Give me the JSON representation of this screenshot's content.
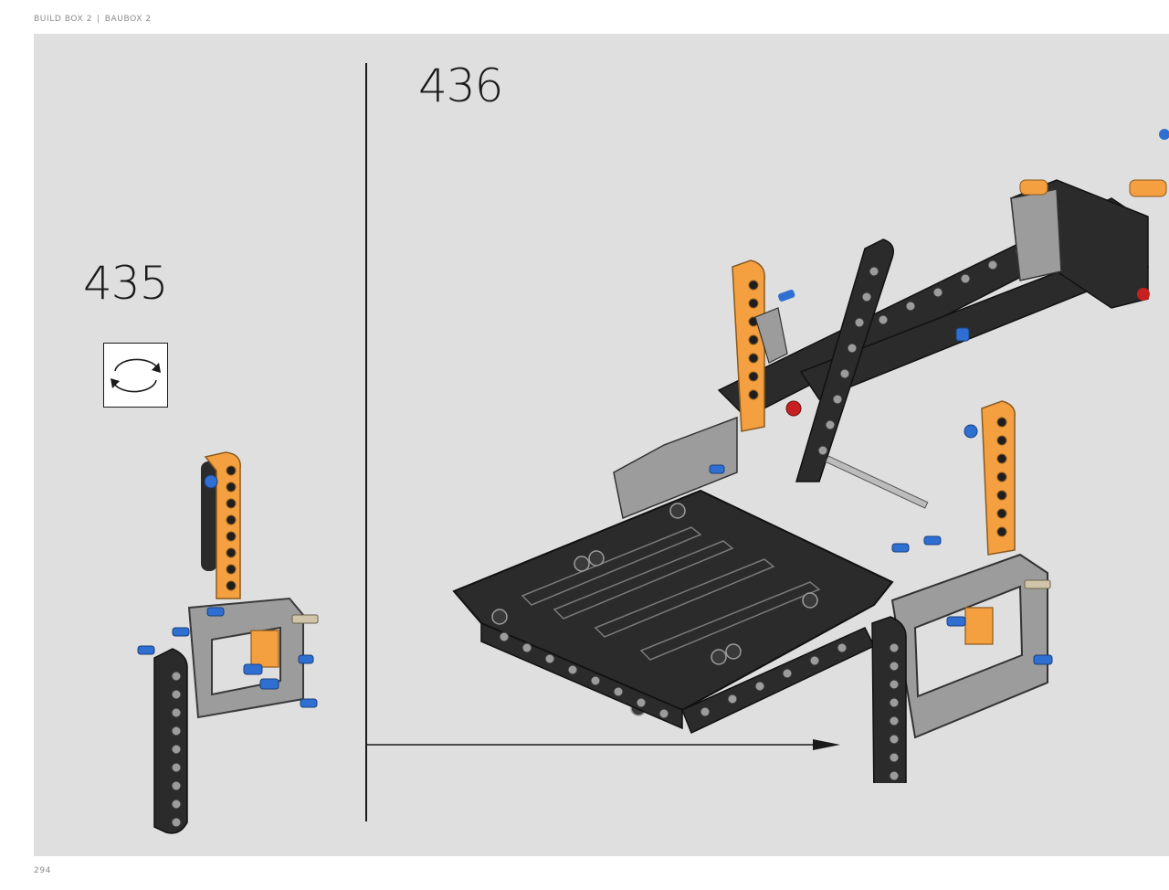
{
  "header": {
    "left": "BUILD BOX 2",
    "separator": "|",
    "right": "BAUBOX 2"
  },
  "steps": [
    {
      "number": "435",
      "has_rotate_icon": true
    },
    {
      "number": "436"
    }
  ],
  "icons": {
    "rotate": "rotate-model-icon"
  },
  "colors": {
    "panel_background": "#dedfde",
    "beam_dark": "#2b2b2b",
    "beam_orange": "#f5a040",
    "beam_gray": "#9c9c9c",
    "pin_blue": "#2e6fd1",
    "pin_red": "#c82020"
  },
  "page_number": "294"
}
